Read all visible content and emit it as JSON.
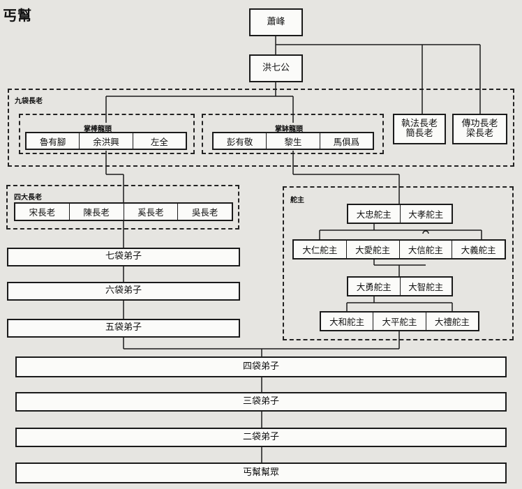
{
  "title": "丐幫",
  "leader": "蕭峰",
  "deputy": "洪七公",
  "nine_bag": {
    "label": "九袋長老",
    "group_a": {
      "label": "掌棒龍頭",
      "members": [
        "魯有腳",
        "余洪興",
        "左全"
      ]
    },
    "group_b": {
      "label": "掌缽龍頭",
      "members": [
        "彭有敬",
        "黎生",
        "馬俱爲"
      ]
    },
    "enforce": [
      "執法長老",
      "簡長老"
    ],
    "merit": [
      "傳功長老",
      "梁長老"
    ]
  },
  "four_elders": {
    "label": "四大長老",
    "members": [
      "宋長老",
      "陳長老",
      "奚長老",
      "吳長老"
    ]
  },
  "rudder": {
    "label": "舵主",
    "row1": [
      "大忠舵主",
      "大孝舵主"
    ],
    "row2": [
      "大仁舵主",
      "大愛舵主",
      "大信舵主",
      "大義舵主"
    ],
    "row3": [
      "大勇舵主",
      "大智舵主"
    ],
    "row4": [
      "大和舵主",
      "大平舵主",
      "大禮舵主"
    ]
  },
  "disciples": {
    "seven": "七袋弟子",
    "six": "六袋弟子",
    "five": "五袋弟子",
    "four": "四袋弟子",
    "three": "三袋弟子",
    "two": "二袋弟子",
    "crowd": "丐幫幫眾"
  }
}
